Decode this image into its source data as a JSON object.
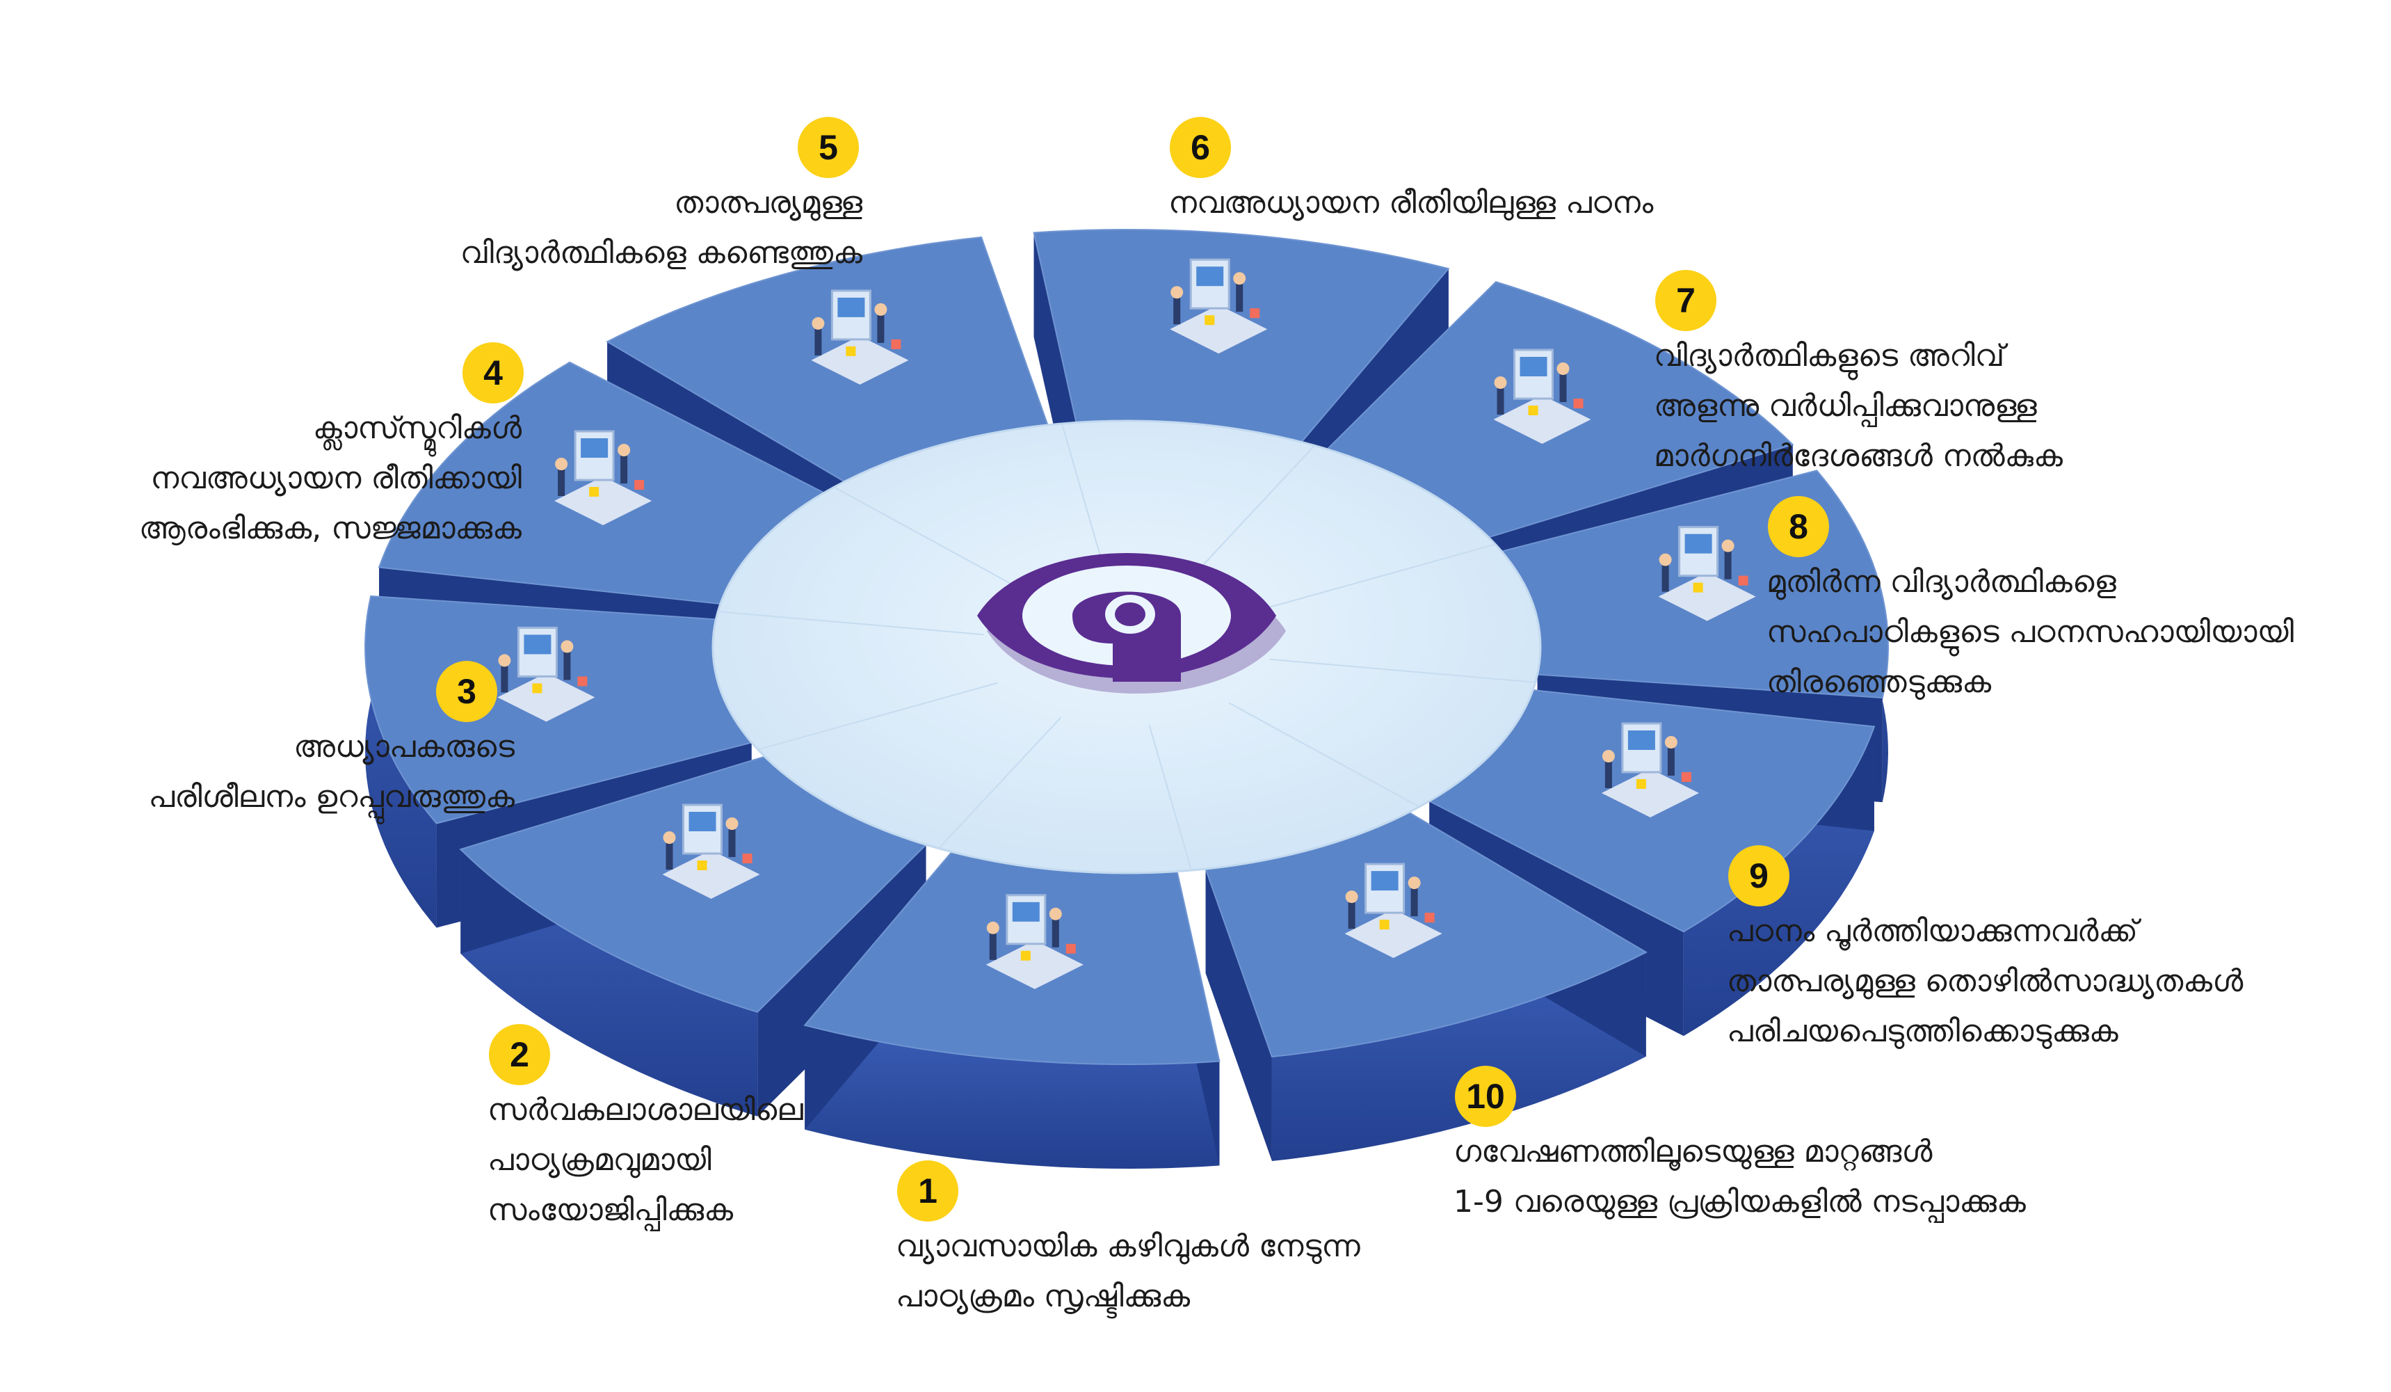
{
  "steps": [
    {
      "number": "1",
      "lines": [
        "വ്യാവസായിക കഴിവുകൾ നേടുന്ന",
        "പാഠ്യക്രമം സൃഷ്ടിക്കുക"
      ]
    },
    {
      "number": "2",
      "lines": [
        "സർവകലാശാലയിലെ",
        "പാഠ്യക്രമവുമായി",
        "സംയോജിപ്പിക്കുക"
      ]
    },
    {
      "number": "3",
      "lines": [
        "അധ്യാപകരുടെ",
        "പരിശീലനം ഉറപ്പുവരുത്തുക"
      ]
    },
    {
      "number": "4",
      "lines": [
        "ക്ലാസ്സ്മുറികൾ",
        "നവഅധ്യായന രീതിക്കായി",
        "ആരംഭിക്കുക, സജ്ജമാക്കുക"
      ]
    },
    {
      "number": "5",
      "lines": [
        "താത്പര്യമുള്ള",
        "വിദ്യാർത്ഥികളെ കണ്ടെത്തുക"
      ]
    },
    {
      "number": "6",
      "lines": [
        "നവഅധ്യായന രീതിയിലുള്ള പഠനം"
      ]
    },
    {
      "number": "7",
      "lines": [
        "വിദ്യാർത്ഥികളുടെ അറിവ്",
        "അളന്നു വർധിപ്പിക്കുവാനുള്ള",
        "മാർഗനിർദേശങ്ങൾ നൽകുക"
      ]
    },
    {
      "number": "8",
      "lines": [
        "മുതിർന്ന വിദ്യാർത്ഥികളെ",
        "സഹപാഠികളുടെ പഠനസഹായിയായി",
        "തിരഞ്ഞെടുക്കുക"
      ]
    },
    {
      "number": "9",
      "lines": [
        "പഠനം പൂർത്തിയാക്കുന്നവർക്ക്",
        "താത്പര്യമുള്ള തൊഴിൽസാദ്ധ്യതകൾ",
        "പരിചയപെടുത്തിക്കൊടുക്കുക"
      ]
    },
    {
      "number": "10",
      "lines": [
        "ഗവേഷണത്തിലൂടെയുള്ള മാറ്റങ്ങൾ",
        "1-9 വരെയുള്ള പ്രക്രിയകളിൽ നടപ്പാക്കുക"
      ]
    }
  ],
  "colors": {
    "badge": "#fcd116",
    "segment_top": "#5b85c9",
    "segment_side": "#2f4ea3",
    "inner_disc": "#dceefb",
    "logo": "#5a2d91"
  },
  "icons": [
    "eye-logo-icon"
  ]
}
